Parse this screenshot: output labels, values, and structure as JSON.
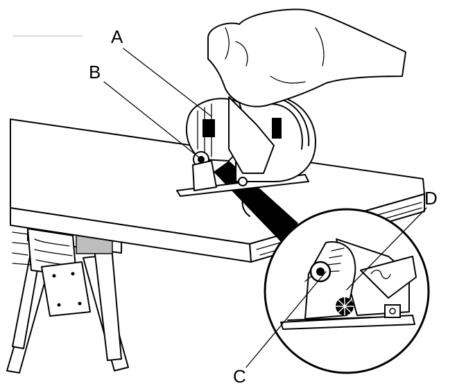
{
  "callouts": [
    {
      "id": "A",
      "label": "A"
    },
    {
      "id": "B",
      "label": "B"
    },
    {
      "id": "C",
      "label": "C"
    },
    {
      "id": "D",
      "label": "D"
    }
  ],
  "colors": {
    "line": "#000000",
    "background": "#ffffff"
  }
}
